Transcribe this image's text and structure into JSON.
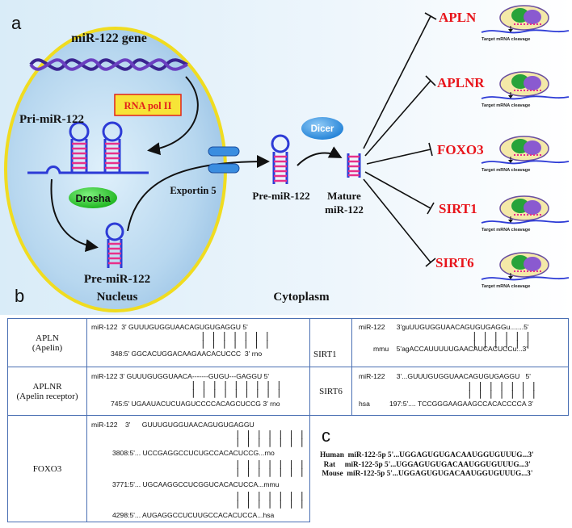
{
  "panel_labels": {
    "a": "a",
    "b": "b",
    "c": "c"
  },
  "panel_a": {
    "gene_label": "miR-122 gene",
    "polymerase": "RNA pol II",
    "pri_label": "Pri-miR-122",
    "drosha": "Drosha",
    "pre_label_nucleus": "Pre-miR-122",
    "nucleus_label": "Nucleus",
    "exportin": "Exportin 5",
    "pre_label_cyto": "Pre-miR-122",
    "dicer": "Dicer",
    "mature_label_line1": "Mature",
    "mature_label_line2": "miR-122",
    "cytoplasm_label": "Cytoplasm",
    "targets": [
      "APLN",
      "APLNR",
      "FOXO3",
      "SIRT1",
      "SIRT6"
    ],
    "cleavage_caption": "Target mRNA cleavage",
    "colors": {
      "target_text": "#e8141b",
      "nucleus_fill": "#bcd9f0",
      "nucleus_border": "#f2e02a",
      "rna_pol_fill": "#f7e437",
      "rna_pol_border": "#e2231a",
      "drosha": "#27c227",
      "dicer": "#2a8de0",
      "stem": "#e8308a",
      "loop": "#2d3bd6"
    }
  },
  "panel_b": {
    "rows": [
      {
        "gene": "APLN",
        "gene_sub": "(Apelin)",
        "mir": "miR-122  3' GUUUGUGGUAACAGUGUGAGGU 5'",
        "target": "348:5' GGCACUGGACAAGAACACUCCC  3' rno"
      },
      {
        "gene": "APLNR",
        "gene_sub": "(Apelin receptor)",
        "mir": "miR-122 3' GUUUGUGGUAACA-------GUGU---GAGGU 5'",
        "target": "745:5' UGAAUACUCUAGUCCCCACAGCUCCG 3' rno"
      },
      {
        "gene": "FOXO3",
        "mir": "miR-122    3'      GUUUGUGGUAACAGUGUGAGGU",
        "targets": [
          "3808:5'... UCCGAGGCCUCUGCCACACUCCG...rno",
          "3771:5'... UGCAAGGCCUCGGUCACACUCCA...mmu",
          "4298:5'... AUGAGGCCUCUUGCCACACUCCA...hsa"
        ]
      }
    ],
    "right_rows": [
      {
        "gene": "SIRT1",
        "mir": "miR-122      3'guUUGUGGUAACAGUGUGAGGu.......5'",
        "target": "mmu    5'agACCAUUUUUGAACAUCACUCCu...3'"
      },
      {
        "gene": "SIRT6",
        "mir": "miR-122      3'...GUUUGUGGUAACAGUGUGAGGU   5'",
        "target_species": "hsa",
        "target": "197:5'.... TCCGGGAAGAAGCCACACCCCA 3'"
      }
    ]
  },
  "panel_c": {
    "lines": [
      "Human  miR-122-5p 5'...UGGAGUGUGACAAUGGUGUUUG...3'",
      "  Rat     miR-122-5p 5'...UGGAGUGUGACAAUGGUGUUUG...3'",
      " Mouse  miR-122-5p 5'...UGGAGUGUGACAAUGGUGUUUG...3'"
    ]
  }
}
